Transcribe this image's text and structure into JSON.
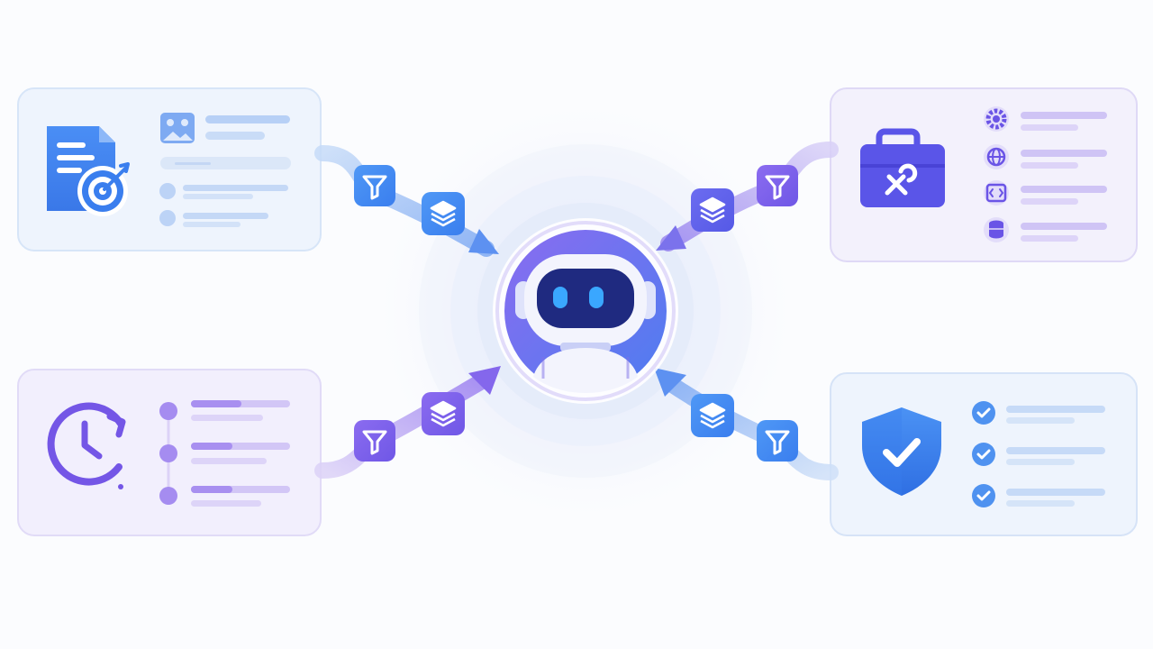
{
  "colors": {
    "blue_accent": "#3f86f2",
    "purple_accent": "#7b5ce6",
    "violet_accent": "#6457ea",
    "line_blue": "#c9dcf7",
    "line_purple": "#d8cff6",
    "dot_purple": "#a58cf0",
    "check_blue": "#4f92f0",
    "robot_face": "#1f2a80",
    "robot_eye": "#3aa7ff"
  },
  "icons": {
    "document": "document-target-icon",
    "image": "image-icon",
    "clock": "clock-refresh-icon",
    "toolbox": "toolbox-wrench-icon",
    "gear": "gear-icon",
    "globe": "globe-icon",
    "code": "code-icon",
    "database": "database-icon",
    "shield": "shield-check-icon",
    "check": "check-circle-icon",
    "filter": "filter-icon",
    "layers": "layers-icon",
    "robot": "robot-avatar-icon",
    "arrow": "arrow-head-icon"
  },
  "structure": {
    "context_sources": [
      "top-left",
      "bottom-left",
      "top-right",
      "bottom-right"
    ],
    "hub": "center-agent"
  }
}
